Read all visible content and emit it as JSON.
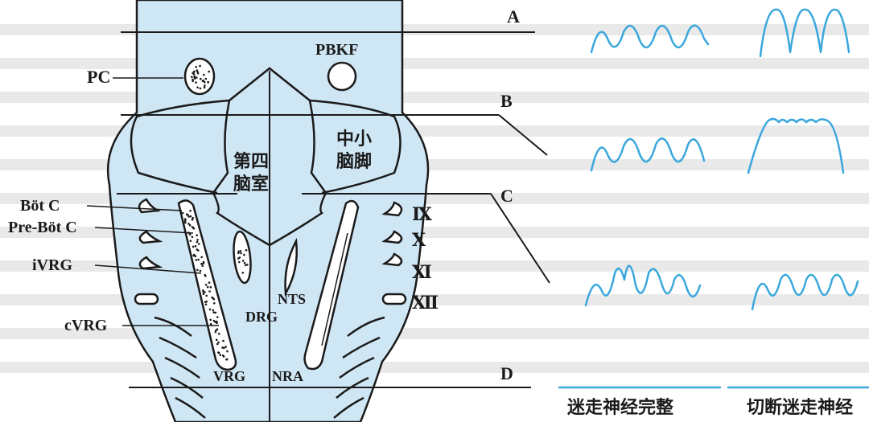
{
  "labels": {
    "pc": "PC",
    "pbkf": "PBKF",
    "fourth_ventricle_line1": "第四",
    "fourth_ventricle_line2": "脑室",
    "cerebellar_peduncle_line1": "中小",
    "cerebellar_peduncle_line2": "脑脚",
    "bot_c": "Böt C",
    "pre_bot_c": "Pre-Böt C",
    "ivrg": "iVRG",
    "cvrg": "cVRG",
    "nts": "NTS",
    "drg": "DRG",
    "vrg": "VRG",
    "nra": "NRA",
    "nerve_ix": "Ⅸ",
    "nerve_x": "Ⅹ",
    "nerve_xi": "Ⅺ",
    "nerve_xii": "Ⅻ",
    "section_a": "A",
    "section_b": "B",
    "section_c": "C",
    "section_d": "D"
  },
  "legend": {
    "vagus_intact": "迷走神经完整",
    "vagus_cut": "切断迷走神经"
  },
  "colors": {
    "brainstem_fill": "#cfe6f5",
    "trace": "#3aa7dc",
    "outline": "#1a1a1a"
  }
}
